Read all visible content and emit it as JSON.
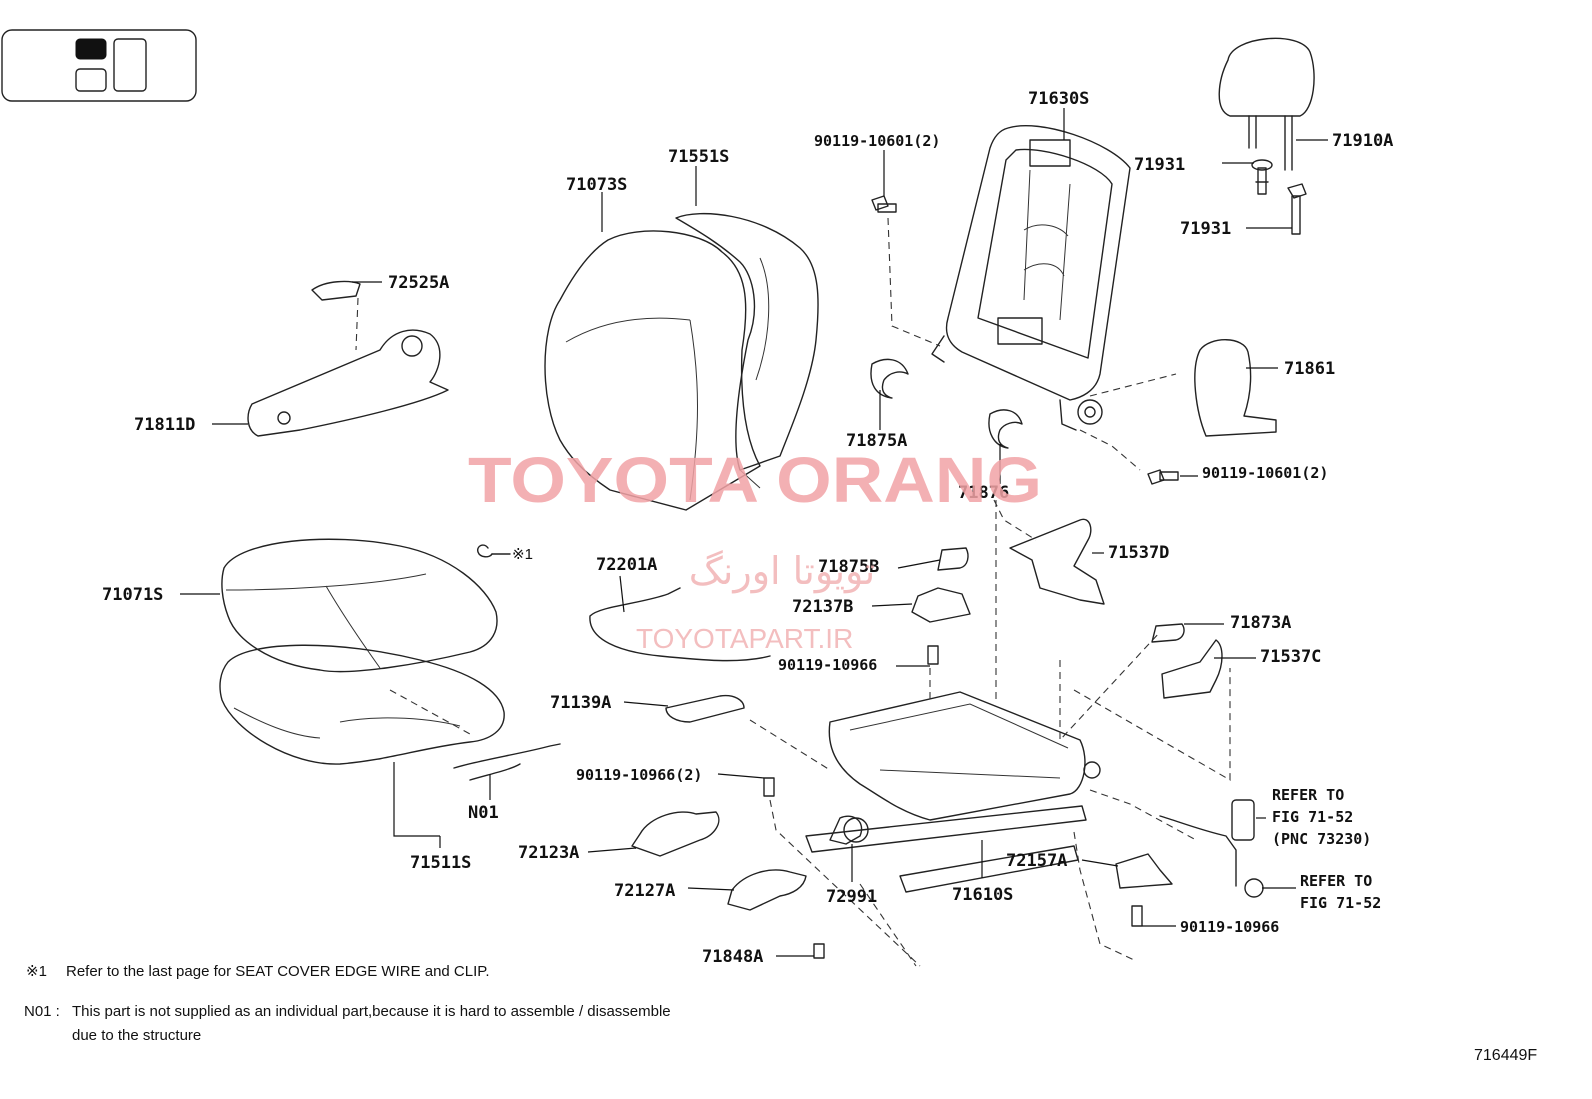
{
  "part_labels": {
    "p71630S": "71630S",
    "p90119_10601_2_top": "90119-10601(2)",
    "p71551S": "71551S",
    "p71073S": "71073S",
    "p72525A": "72525A",
    "p71811D": "71811D",
    "p71910A": "71910A",
    "p71931_a": "71931",
    "p71931_b": "71931",
    "p71861": "71861",
    "p71875A_top": "71875A",
    "p90119_10601_2_right": "90119-10601(2)",
    "p71876": "71876",
    "p71537D": "71537D",
    "p71875B": "71875B",
    "p72137B": "72137B",
    "p72201A": "72201A",
    "p71071S": "71071S",
    "p71873A": "71873A",
    "p71537C": "71537C",
    "p90119_10966_mid": "90119-10966",
    "p71139A": "71139A",
    "p90119_10966_2": "90119-10966(2)",
    "pN01": "N01",
    "p71511S": "71511S",
    "p72123A": "72123A",
    "p72127A": "72127A",
    "p72991": "72991",
    "p71610S": "71610S",
    "p72157A": "72157A",
    "p90119_10966_bottom": "90119-10966",
    "p71848A": "71848A",
    "pref1": "※1"
  },
  "refer_notes": {
    "seatbelt_line1": "REFER TO",
    "seatbelt_line2": "FIG 71-52",
    "seatbelt_line3": "(PNC 73230)",
    "anchor_line1": "REFER TO",
    "anchor_line2": "FIG 71-52"
  },
  "footnotes": {
    "note1_marker": "※1",
    "note1_text": "Refer to the last page for SEAT COVER EDGE WIRE and CLIP.",
    "n01_marker": "N01 :",
    "n01_line1": "This part is not supplied as an individual part,because it is hard to assemble / disassemble",
    "n01_line2": "due to the structure"
  },
  "watermark": {
    "main": "TOYOTA ORANG",
    "persian": "تویوتا اورنگ",
    "url": "TOYOTAPART.IR",
    "color": "#f2a3a6"
  },
  "figure_id": "716449F",
  "icons": {
    "seat_locator": "seat-position-icon"
  }
}
